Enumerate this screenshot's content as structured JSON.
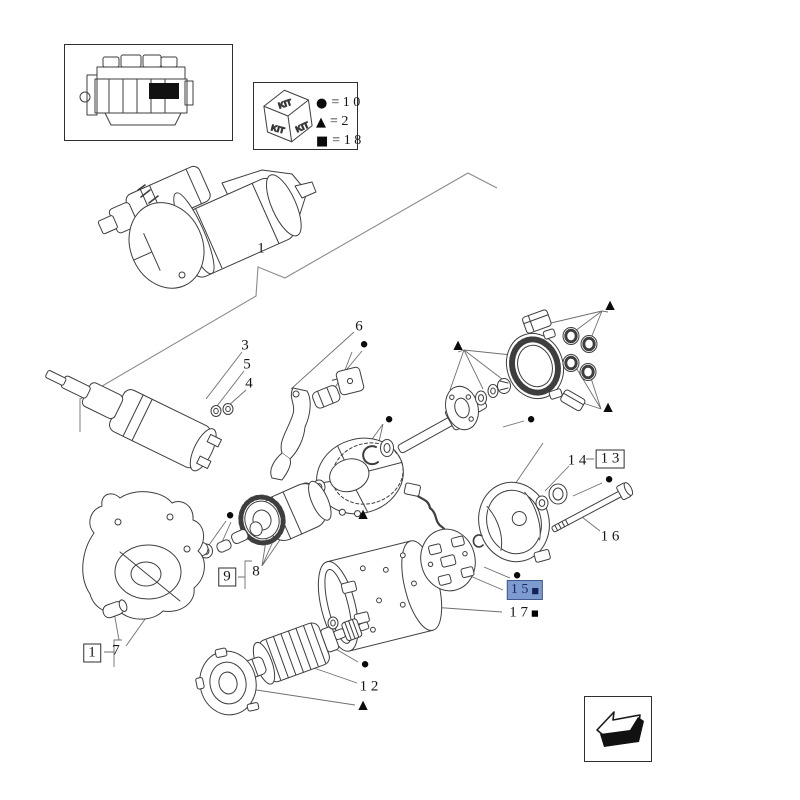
{
  "legend": {
    "kit_text": "KIT",
    "rows": [
      {
        "symbol": "●",
        "value": "= 1 0"
      },
      {
        "symbol": "▲",
        "value": "= 2"
      },
      {
        "symbol": "■",
        "value": "= 1 8"
      }
    ]
  },
  "labels": {
    "assembly": "1",
    "solenoid": "3",
    "washer_upper": "5",
    "washer_lower": "4",
    "fork": "6",
    "pinion_group": "8",
    "boxed_nine": "9",
    "boxed_one": "1",
    "bushing": "7",
    "armature": "1 2",
    "bearing": "1 4",
    "boxed_thirteen": "1 3",
    "through_bolt": "1 6",
    "brush_holder": "1 5",
    "washer_seventeen": "1 7"
  },
  "symbols": {
    "circle": "●",
    "triangle": "▲",
    "square": "■"
  },
  "colors": {
    "line": "#3e3e3e",
    "highlight_bg": "#7e9bd0",
    "highlight_text": "#1b2a5e",
    "highlight_square": "#14215a"
  },
  "icons": {
    "back_arrow": "back-arrow"
  }
}
